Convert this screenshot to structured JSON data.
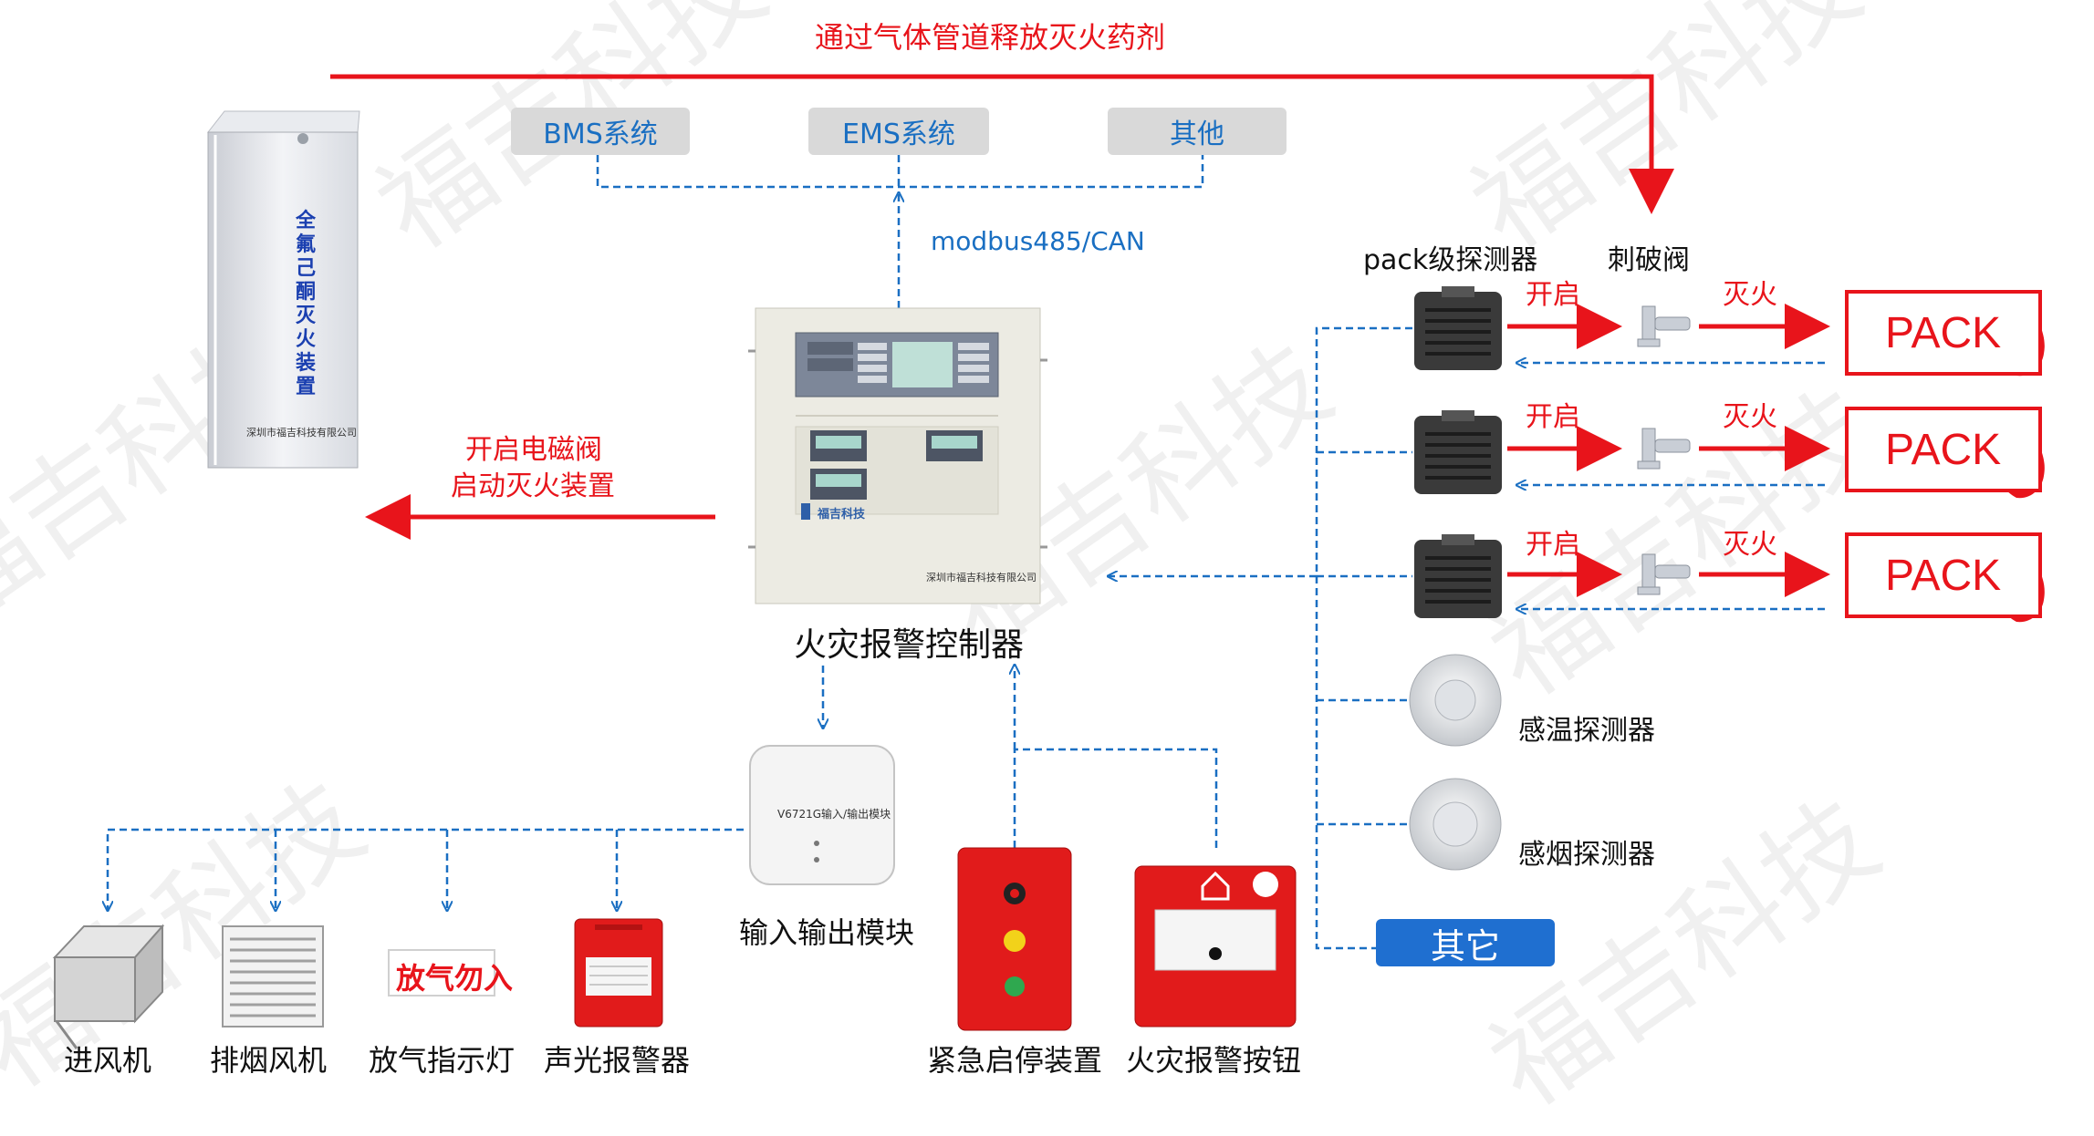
{
  "watermark": "福吉科技",
  "top_release_label": "通过气体管道释放灭火药剂",
  "extinguisher": {
    "vertical_label": [
      "全",
      "氟",
      "己",
      "酮",
      "灭",
      "火",
      "装",
      "置"
    ],
    "company": "深圳市福吉科技有限公司"
  },
  "systems": [
    "BMS系统",
    "EMS系统",
    "其他"
  ],
  "protocol_label": "modbus485/CAN",
  "open_valve_label_1": "开启电磁阀",
  "open_valve_label_2": "启动灭火装置",
  "controller": {
    "title": "火灾报警控制器",
    "brand": "福吉科技",
    "company": "深圳市福吉科技有限公司"
  },
  "pack_detector_label": "pack级探测器",
  "puncture_valve_label": "刺破阀",
  "rows": [
    {
      "open": "开启",
      "fire": "灭火",
      "pack": "PACK"
    },
    {
      "open": "开启",
      "fire": "灭火",
      "pack": "PACK"
    },
    {
      "open": "开启",
      "fire": "灭火",
      "pack": "PACK"
    }
  ],
  "temp_detector": "感温探测器",
  "smoke_detector": "感烟探测器",
  "other_button": "其它",
  "io_module": {
    "label": "输入输出模块",
    "device_text": "V6721G输入/输出模块"
  },
  "bottom_devices": [
    "进风机",
    "排烟风机",
    "放气指示灯",
    "声光报警器"
  ],
  "indicator_sign": "放气勿入",
  "emergency_label": "紧急启停装置",
  "alarm_button_label": "火灾报警按钮",
  "colors": {
    "red": "#e8141b",
    "blue": "#1a6fc2",
    "pill": "#d9d9d9",
    "other": "#1f6fd0"
  },
  "icons": [
    "fire-icon",
    "detector-icon",
    "valve-icon",
    "fan-icon",
    "grille-icon",
    "strobe-icon",
    "button-icon"
  ]
}
